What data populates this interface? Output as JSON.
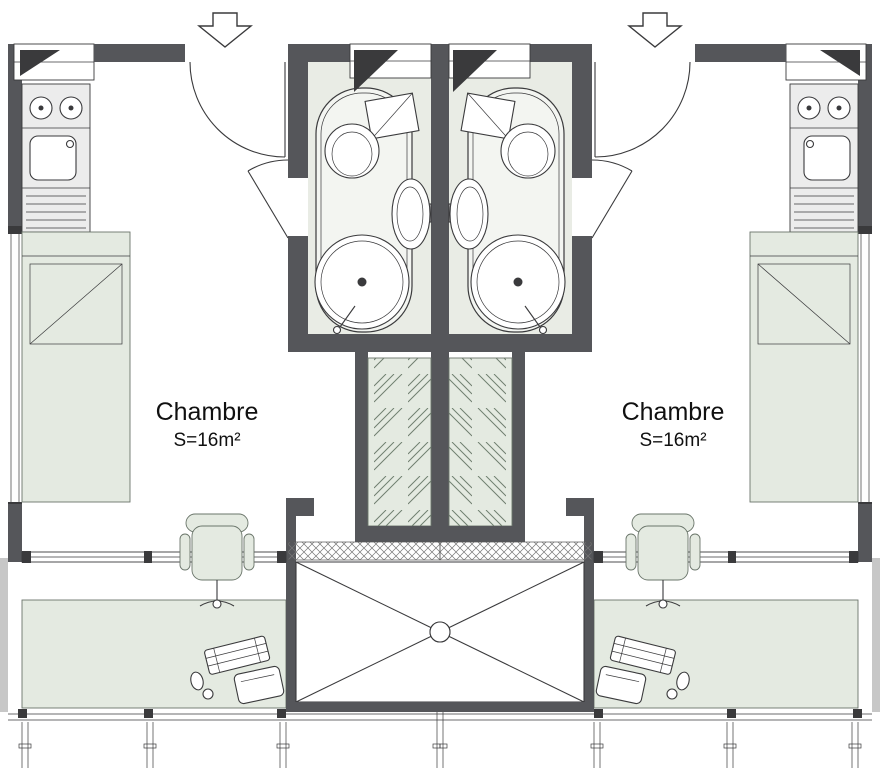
{
  "labels": {
    "room_left": {
      "name": "Chambre",
      "area": "S=16m²"
    },
    "room_right": {
      "name": "Chambre",
      "area": "S=16m²"
    }
  },
  "colors": {
    "wall": "#55565a",
    "line": "#3a3a3c",
    "floor_green": "#e4eae1",
    "bath_floor": "#e9ece5",
    "unit_gray": "#ececec",
    "fixture": "#ffffff",
    "pilaster": "#c7c7c7",
    "hatch": "#6f7f6f"
  },
  "fixtures": [
    "entrance-arrow",
    "window",
    "door-swing",
    "kitchenette",
    "bed",
    "shower-wc-unit",
    "washbasin",
    "shower-tray",
    "wardrobe",
    "desk-chair",
    "desk",
    "balcony",
    "light-well",
    "railing",
    "columns"
  ]
}
